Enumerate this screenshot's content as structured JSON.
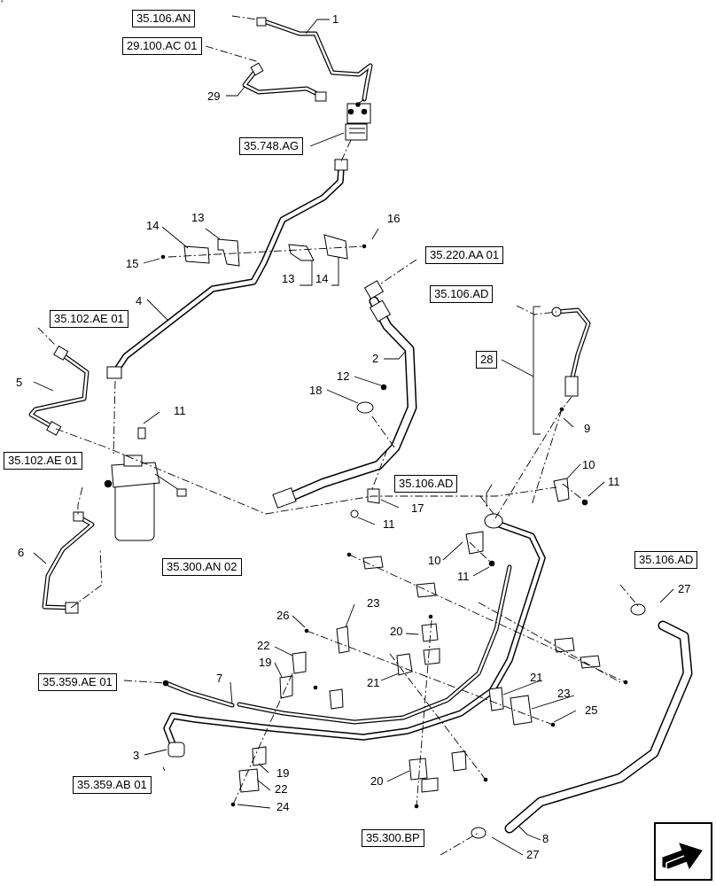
{
  "corner_mark": "*",
  "refs": {
    "r_35106AN": "35.106.AN",
    "r_29100AC01": "29.100.AC 01",
    "r_35748AG": "35.748.AG",
    "r_35220AA01": "35.220.AA 01",
    "r_35106AD_a": "35.106.AD",
    "r_35102AE01_a": "35.102.AE 01",
    "r_35102AE01_b": "35.102.AE 01",
    "r_35106AD_b": "35.106.AD",
    "r_35300AN02": "35.300.AN 02",
    "r_35106AD_c": "35.106.AD",
    "r_35359AE01": "35.359.AE 01",
    "r_35359AB01": "35.359.AB 01",
    "r_35300BP": "35.300.BP",
    "r_28": "28"
  },
  "callouts": {
    "c1": "1",
    "c29": "29",
    "c13a": "13",
    "c14a": "14",
    "c16": "16",
    "c15": "15",
    "c13b": "13",
    "c14b": "14",
    "c4": "4",
    "c2": "2",
    "c12": "12",
    "c18": "18",
    "c5": "5",
    "c11a": "11",
    "c9": "9",
    "c10a": "10",
    "c11b": "11",
    "c17": "17",
    "c11c": "11",
    "c10b": "10",
    "c11d": "11",
    "c6": "6",
    "c27a": "27",
    "c26": "26",
    "c23a": "23",
    "c20a": "20",
    "c22a": "22",
    "c19a": "19",
    "c7": "7",
    "c21a": "21",
    "c21b": "21",
    "c23b": "23",
    "c25": "25",
    "c3": "3",
    "c19b": "19",
    "c22b": "22",
    "c24": "24",
    "c20b": "20",
    "c8": "8",
    "c27b": "27"
  },
  "icons": {
    "nav": "arrow-navigation-icon"
  }
}
